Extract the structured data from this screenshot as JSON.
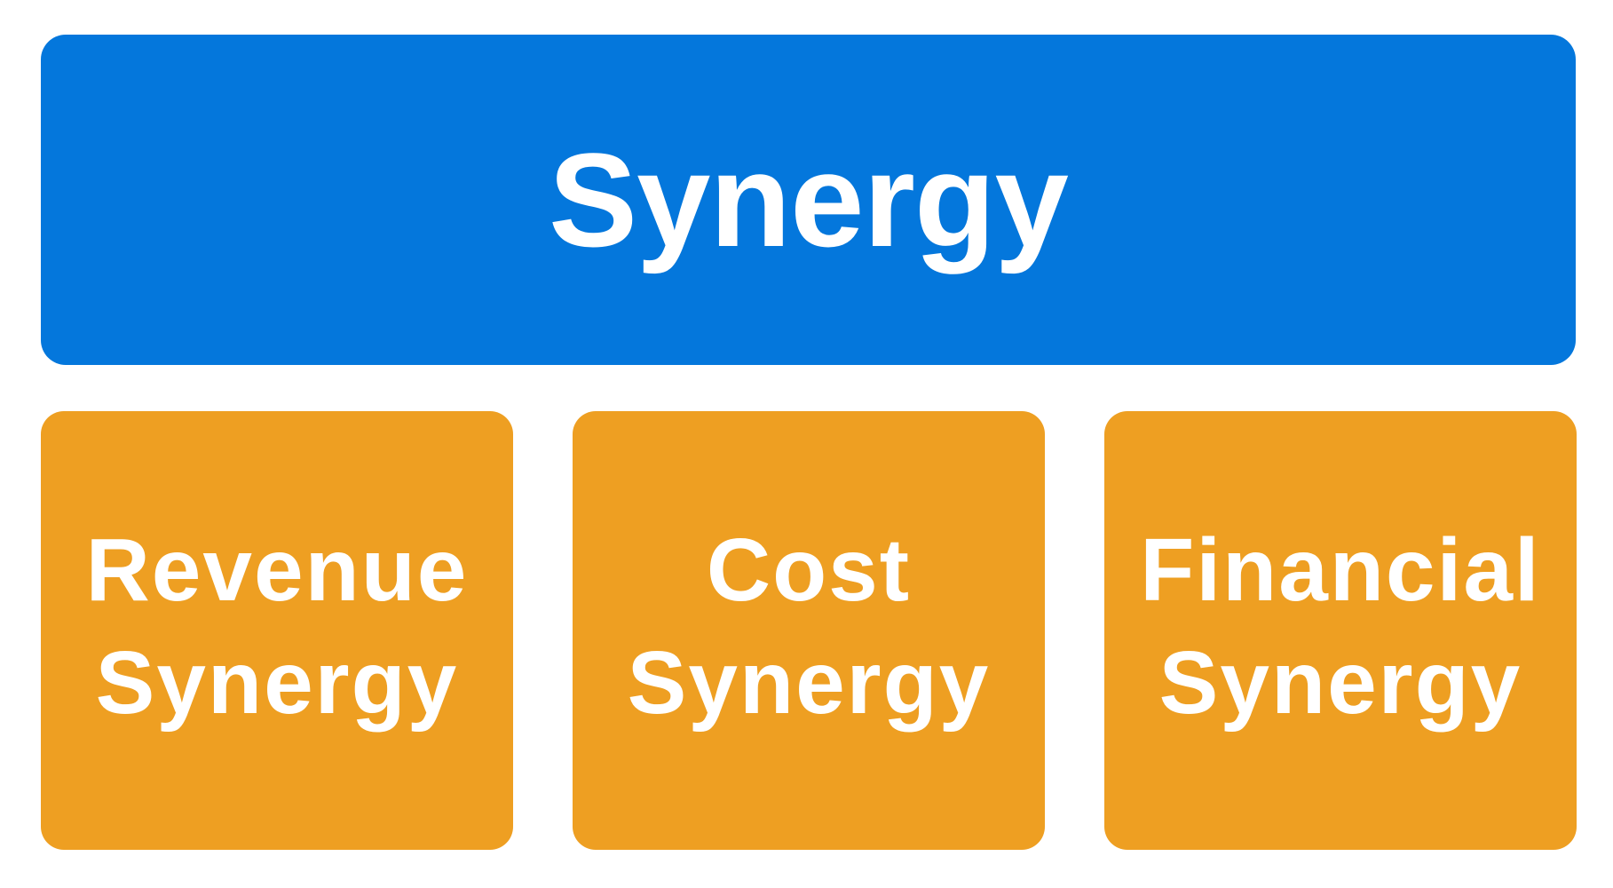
{
  "colors": {
    "primary": "#0477dc",
    "secondary": "#ee9f22",
    "text": "#ffffff"
  },
  "main": {
    "title": "Synergy"
  },
  "types": [
    {
      "line1": "Revenue",
      "line2": "Synergy"
    },
    {
      "line1": "Cost",
      "line2": "Synergy"
    },
    {
      "line1": "Financial",
      "line2": "Synergy"
    }
  ]
}
